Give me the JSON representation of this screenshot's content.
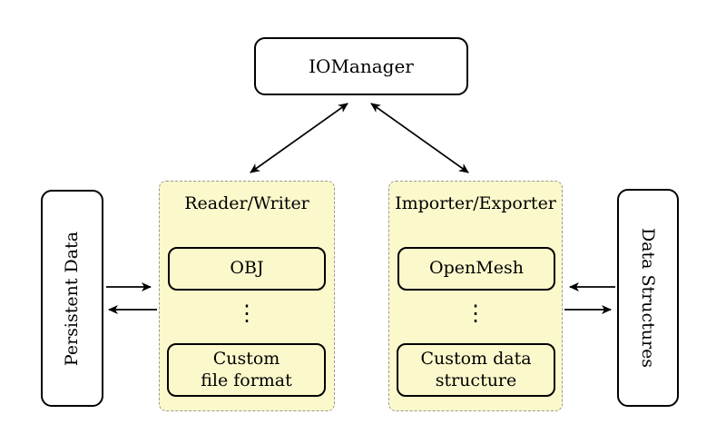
{
  "diagram": {
    "background_color": "#ffffff",
    "panel_fill_color": "#fbf9cb",
    "panel_border_color": "#999999",
    "box_border_color": "#000000",
    "arrow_color": "#000000",
    "nodes": {
      "iomanager": {
        "label": "IOManager"
      },
      "persistent_data": {
        "label": "Persistent Data"
      },
      "data_structures": {
        "label": "Data Structures"
      },
      "reader_writer": {
        "title": "Reader/Writer",
        "item_top": "OBJ",
        "dots": "⋮",
        "item_bottom_line1": "Custom",
        "item_bottom_line2": "file format"
      },
      "importer_exporter": {
        "title": "Importer/Exporter",
        "item_top": "OpenMesh",
        "dots": "⋮",
        "item_bottom_line1": "Custom data",
        "item_bottom_line2": "structure"
      }
    },
    "edges": [
      {
        "from": "IOManager",
        "to": "Reader/Writer",
        "direction": "bidirectional"
      },
      {
        "from": "IOManager",
        "to": "Importer/Exporter",
        "direction": "bidirectional"
      },
      {
        "from": "Persistent Data",
        "to": "Reader/Writer",
        "direction": "right"
      },
      {
        "from": "Reader/Writer",
        "to": "Persistent Data",
        "direction": "left"
      },
      {
        "from": "Data Structures",
        "to": "Importer/Exporter",
        "direction": "left"
      },
      {
        "from": "Importer/Exporter",
        "to": "Data Structures",
        "direction": "right"
      }
    ]
  }
}
